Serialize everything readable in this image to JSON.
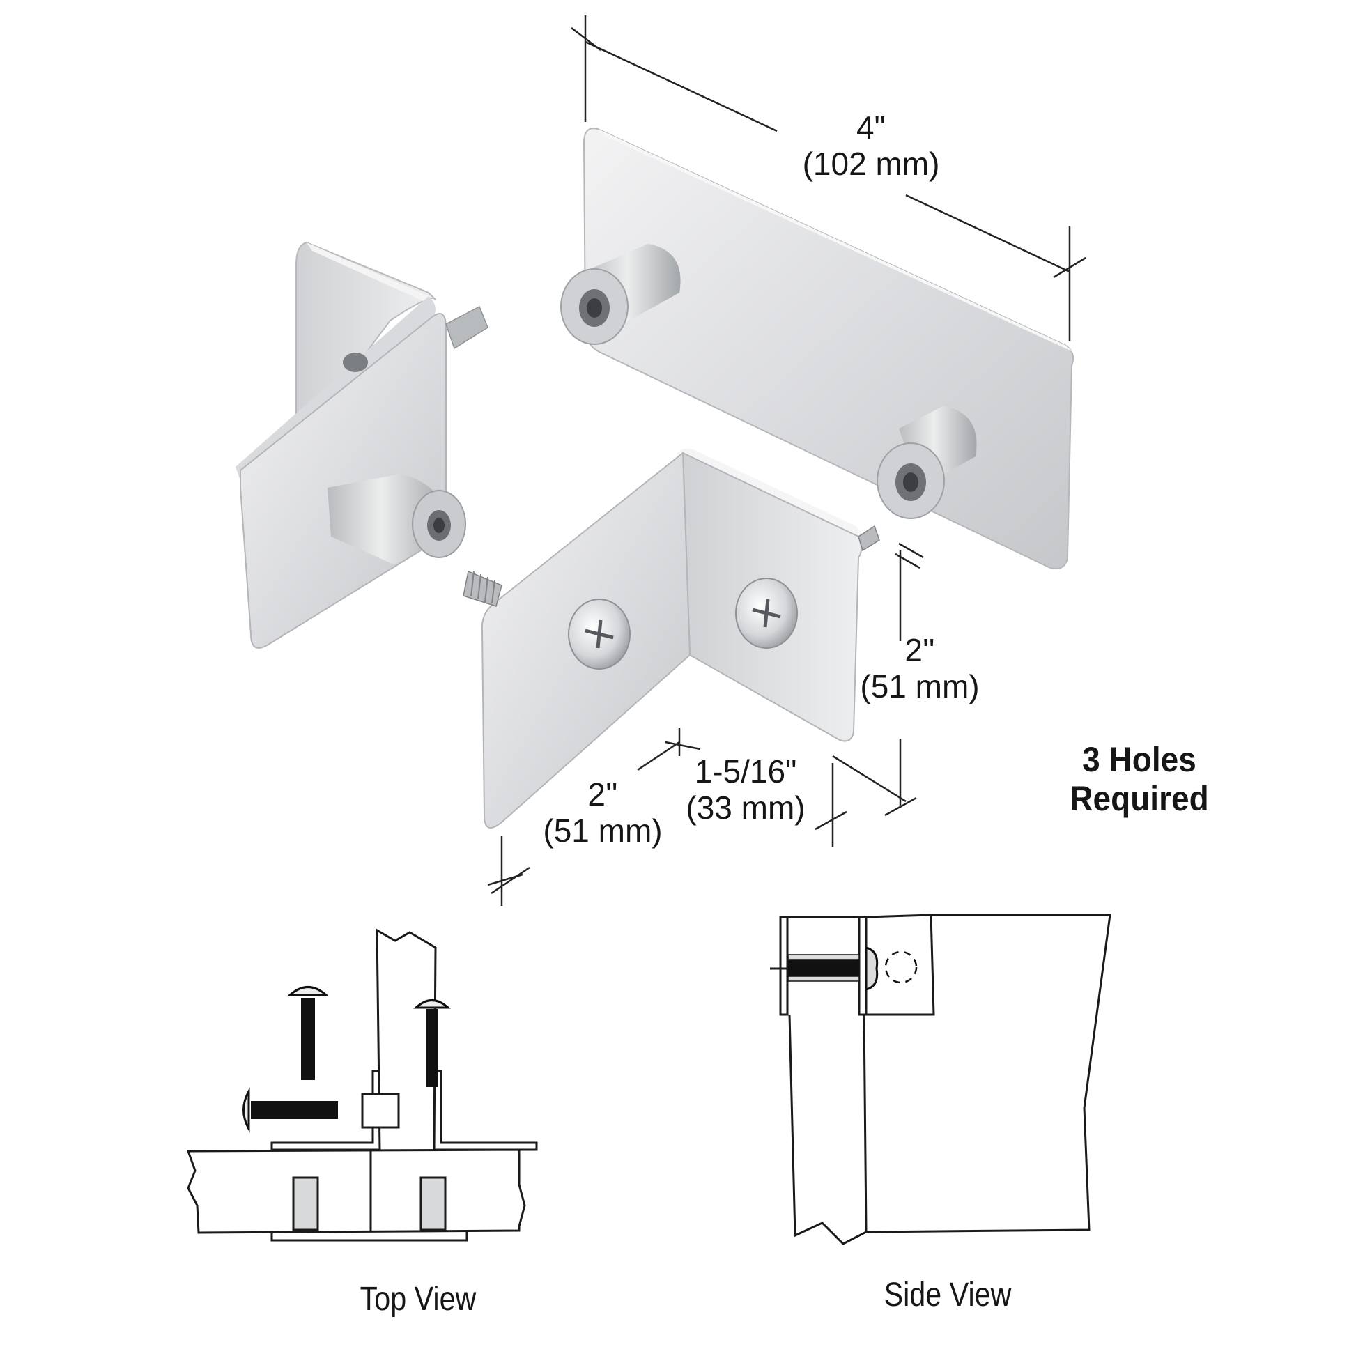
{
  "diagram": {
    "type": "product-dimension-drawing",
    "subject": "stainless steel 90-degree partition bracket set",
    "colors": {
      "background": "#ffffff",
      "metal_light": "#e4e5e7",
      "metal_mid": "#c9cbce",
      "metal_dark": "#9a9da1",
      "line": "#1a1a1a"
    }
  },
  "dimensions": {
    "length": {
      "imperial": "4\"",
      "metric": "(102 mm)"
    },
    "height": {
      "imperial": "2''",
      "metric": "(51 mm)"
    },
    "leg_a": {
      "imperial": "2''",
      "metric": "(51 mm)"
    },
    "leg_b": {
      "imperial": "1-5/16\"",
      "metric": "(33 mm)"
    }
  },
  "notes": {
    "holes_line1": "3 Holes",
    "holes_line2": "Required"
  },
  "views": {
    "top": "Top View",
    "side": "Side View"
  },
  "parts": [
    "long-mounting-plate-with-two-standoffs",
    "small-angle-bracket-with-standoff",
    "angle-bracket-with-screws"
  ]
}
